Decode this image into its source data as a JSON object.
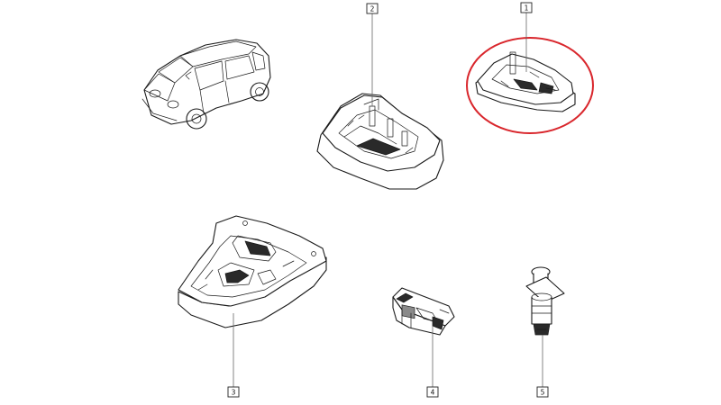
{
  "callouts": [
    {
      "id": "c1",
      "label": "1"
    },
    {
      "id": "c2",
      "label": "2"
    },
    {
      "id": "c3",
      "label": "3"
    },
    {
      "id": "c4",
      "label": "4"
    },
    {
      "id": "c5",
      "label": "5"
    }
  ],
  "colors": {
    "highlight_ring": "#d9262c",
    "line_art": "#1a1a1a",
    "leader": "#666666"
  },
  "icons": {
    "car": "car-illustration-icon",
    "part1": "courtesy-light-housing-icon",
    "part2": "interior-light-housing-icon",
    "part3": "dome-light-console-icon",
    "part4": "light-switch-module-icon",
    "part5": "door-contact-switch-icon"
  }
}
